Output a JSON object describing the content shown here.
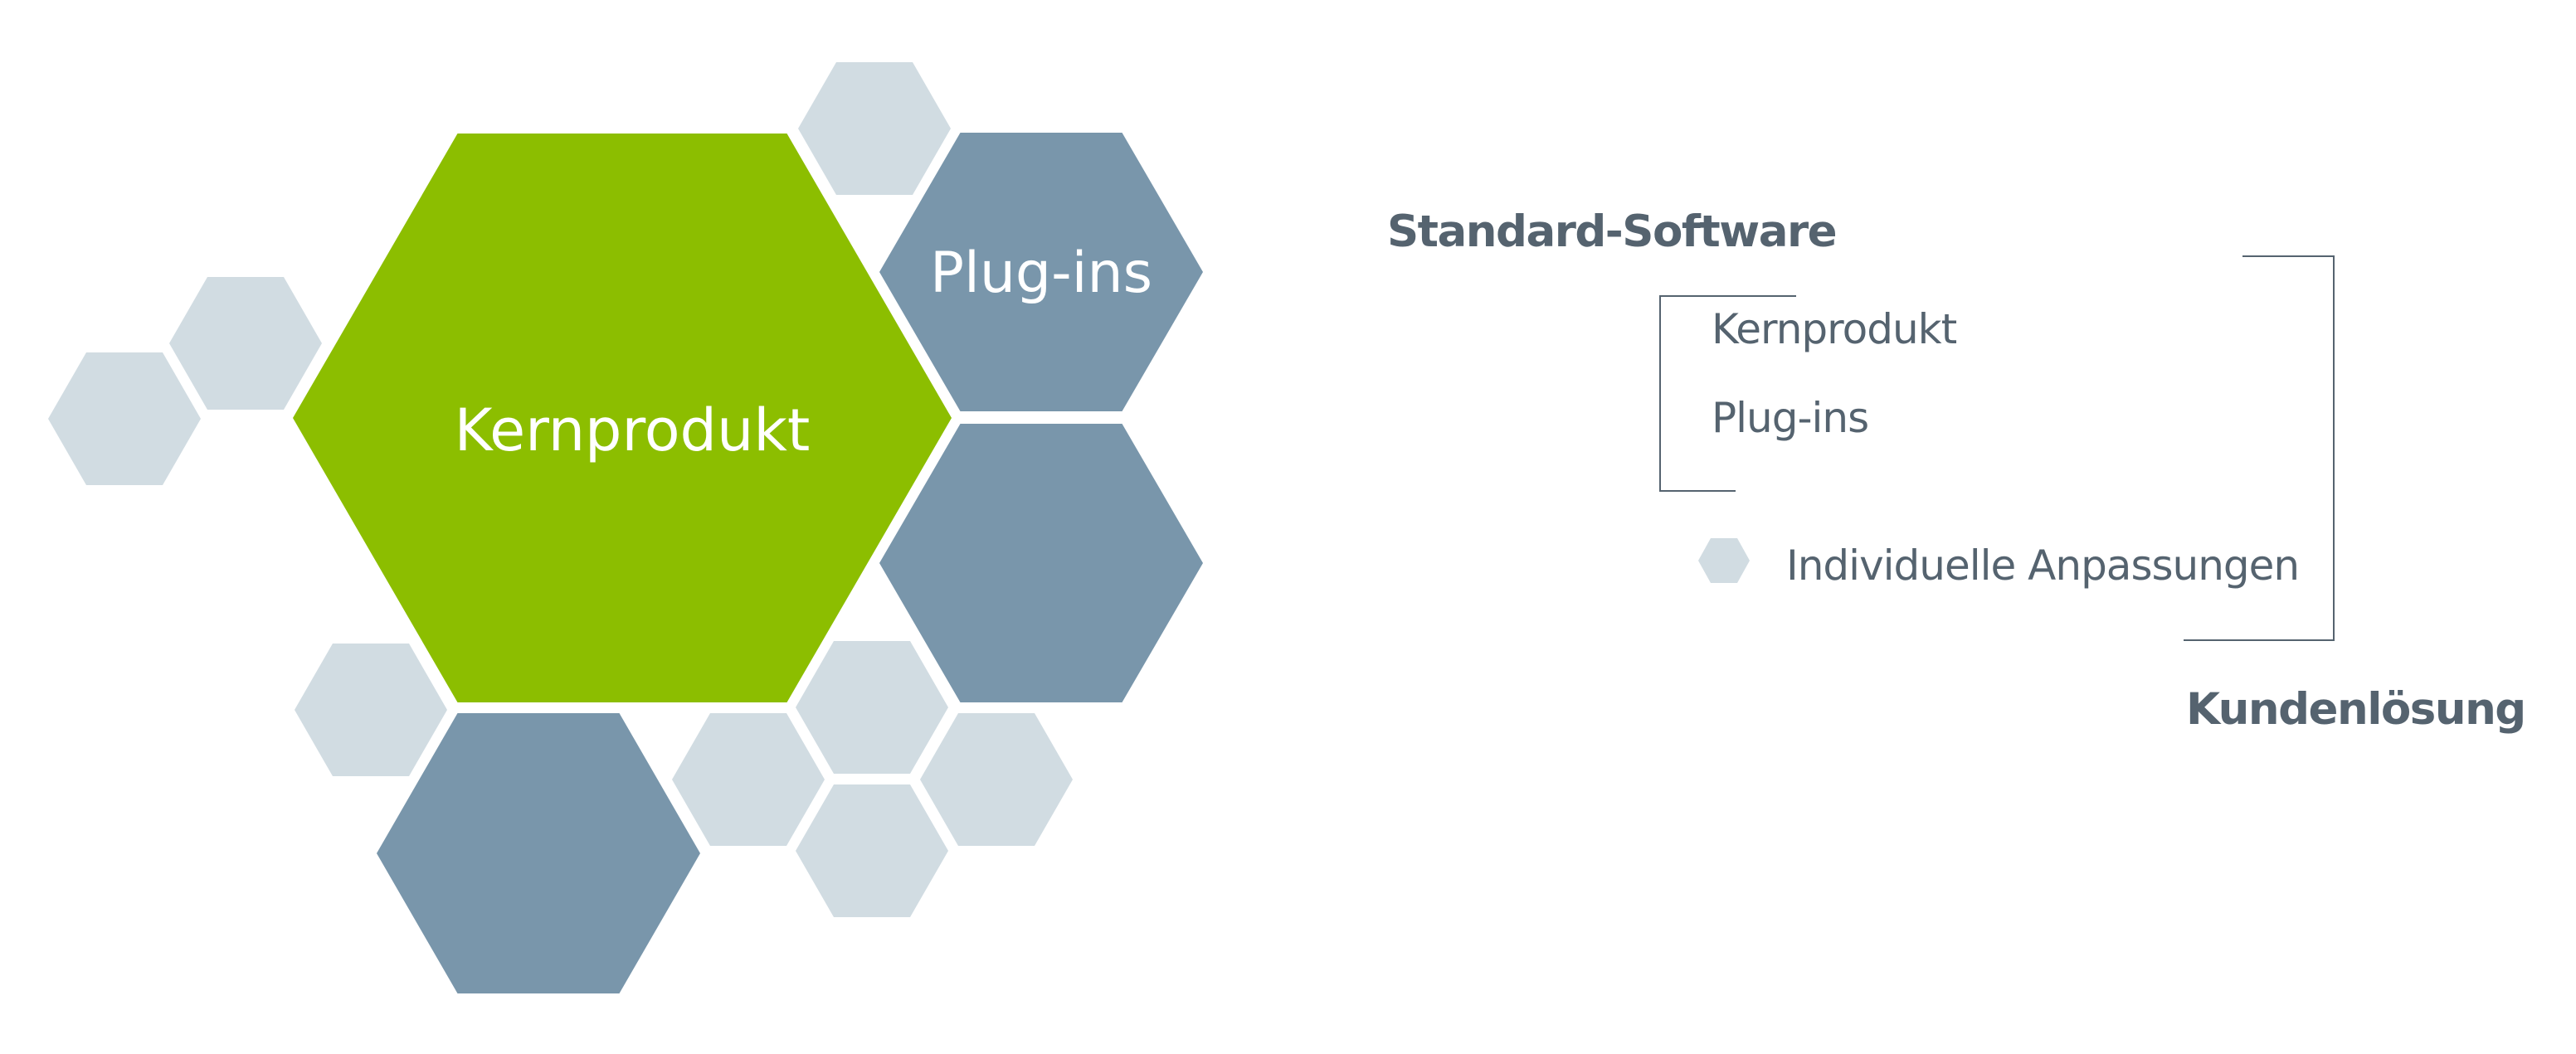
{
  "colors": {
    "core": "#8cbe00",
    "plugin": "#7996ab",
    "custom": "#d1dce2",
    "text": "#55636f",
    "hex_label": "#ffffff"
  },
  "diagram": {
    "hexagons": [
      {
        "id": "kernprodukt",
        "kind": "core",
        "label": "Kernprodukt"
      },
      {
        "id": "plugins-1",
        "kind": "plugin",
        "label": "Plug-ins"
      },
      {
        "id": "plugins-2",
        "kind": "plugin",
        "label": ""
      },
      {
        "id": "plugins-3",
        "kind": "plugin",
        "label": ""
      },
      {
        "id": "custom-top",
        "kind": "custom",
        "label": ""
      },
      {
        "id": "custom-left-upper",
        "kind": "custom",
        "label": ""
      },
      {
        "id": "custom-left-lower",
        "kind": "custom",
        "label": ""
      },
      {
        "id": "custom-bottom-left",
        "kind": "custom",
        "label": ""
      },
      {
        "id": "custom-cluster-top",
        "kind": "custom",
        "label": ""
      },
      {
        "id": "custom-cluster-left",
        "kind": "custom",
        "label": ""
      },
      {
        "id": "custom-cluster-right",
        "kind": "custom",
        "label": ""
      },
      {
        "id": "custom-cluster-bottom",
        "kind": "custom",
        "label": ""
      }
    ]
  },
  "legend": {
    "standard_software_title": "Standard-Software",
    "standard_items": [
      "Kernprodukt",
      "Plug-ins"
    ],
    "custom_item": {
      "icon": "hexagon-icon",
      "label": "Individuelle Anpassungen"
    },
    "customer_solution_title": "Kundenlösung"
  }
}
